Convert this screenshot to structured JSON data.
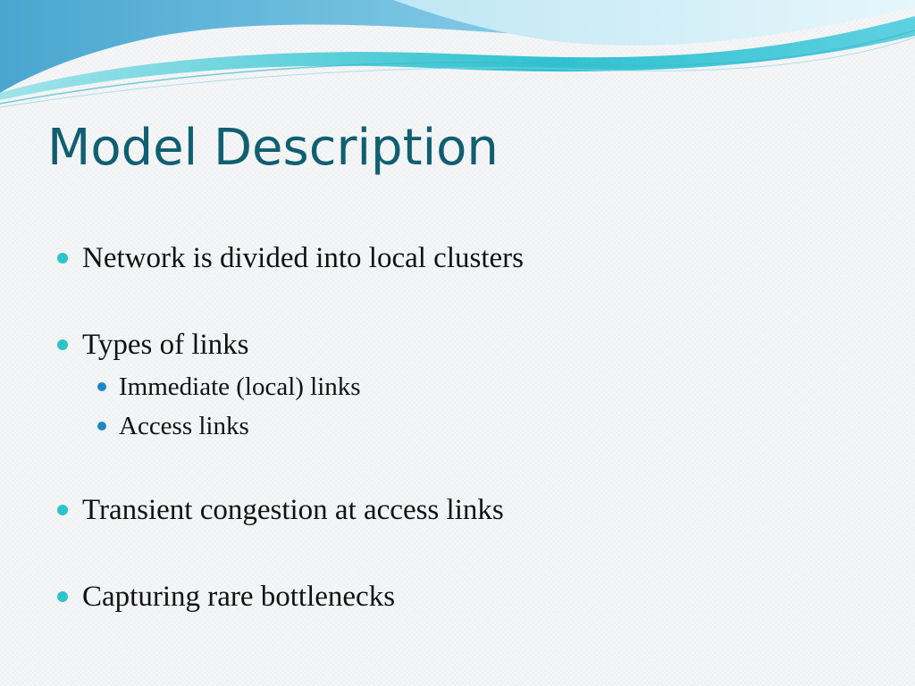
{
  "slide": {
    "title": "Model Description",
    "bullets": [
      {
        "text": "Network is divided into local clusters"
      },
      {
        "text": "Types of links",
        "sub_bullets": [
          "Immediate (local) links",
          "Access links"
        ]
      },
      {
        "text": "Transient congestion at access links"
      },
      {
        "text": "Capturing rare bottlenecks"
      }
    ]
  },
  "theme": {
    "title_color": "#0f5f71",
    "bullet_color": "#2bc4ca",
    "sub_bullet_color": "#1f86c6",
    "wave_colors": [
      "#5fb6d8",
      "#a8def0",
      "#3fc4d3",
      "#c8eef6"
    ]
  }
}
